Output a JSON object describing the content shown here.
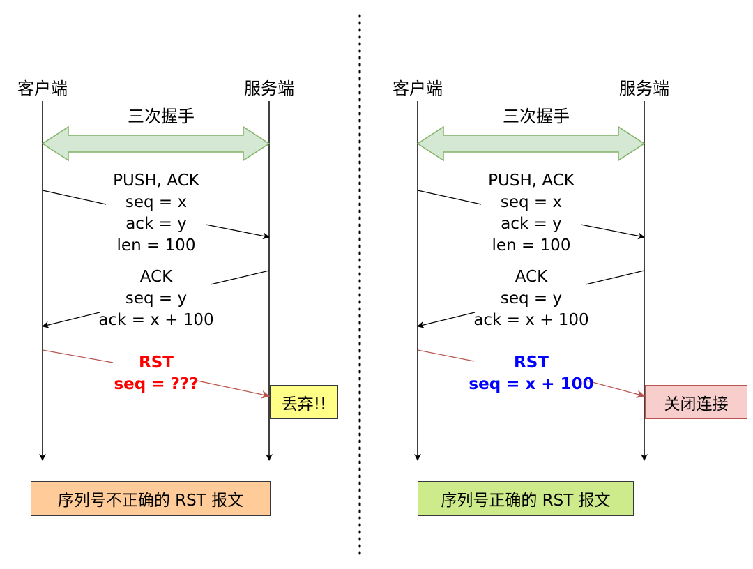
{
  "colors": {
    "handshake_fill": "#d5e8d4",
    "handshake_stroke": "#82b366",
    "rst_line": "#b85450",
    "bad_rst_text": "#ff0000",
    "good_rst_text": "#0000ff",
    "discard_fill": "#ffff88",
    "discard_stroke": "#36393d",
    "close_fill": "#f8cecc",
    "close_stroke": "#b85450",
    "bad_caption_fill": "#ffcc99",
    "bad_caption_stroke": "#36393d",
    "good_caption_fill": "#cdeb8b",
    "good_caption_stroke": "#36393d"
  },
  "left": {
    "client_label": "客户端",
    "server_label": "服务端",
    "handshake_label": "三次握手",
    "push_lines": [
      "PUSH, ACK",
      "seq = x",
      "ack = y",
      "len = 100"
    ],
    "ack_lines": [
      "ACK",
      "seq = y",
      "ack = x + 100"
    ],
    "rst_lines": [
      "RST",
      "seq = ???"
    ],
    "result_label": "丢弃!!",
    "caption": "序列号不正确的 RST 报文"
  },
  "right": {
    "client_label": "客户端",
    "server_label": "服务端",
    "handshake_label": "三次握手",
    "push_lines": [
      "PUSH, ACK",
      "seq = x",
      "ack = y",
      "len = 100"
    ],
    "ack_lines": [
      "ACK",
      "seq = y",
      "ack = x + 100"
    ],
    "rst_lines": [
      "RST",
      "seq = x + 100"
    ],
    "result_label": "关闭连接",
    "caption": "序列号正确的 RST 报文"
  }
}
